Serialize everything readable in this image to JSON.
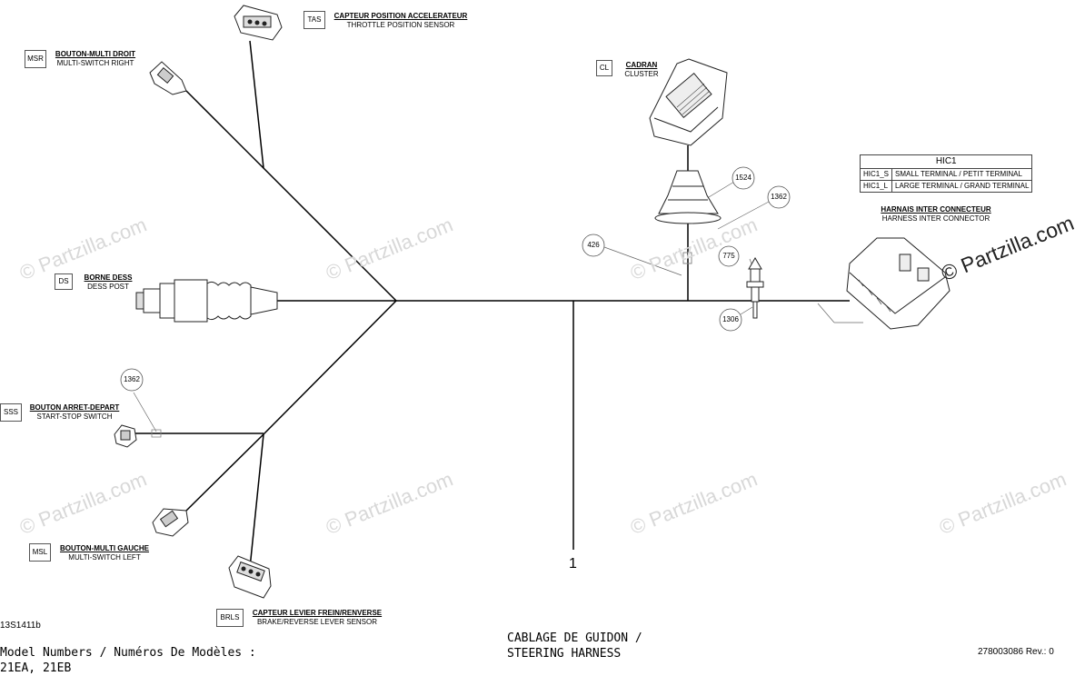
{
  "watermark": "© Partzilla.com",
  "connectors": {
    "tas": {
      "code": "TAS",
      "fr": "CAPTEUR POSITION ACCELERATEUR",
      "en": "THROTTLE POSITION SENSOR"
    },
    "msr": {
      "code": "MSR",
      "fr": "BOUTON-MULTI DROIT",
      "en": "MULTI-SWITCH RIGHT"
    },
    "cl": {
      "code": "CL",
      "fr": "CADRAN",
      "en": "CLUSTER"
    },
    "ds": {
      "code": "DS",
      "fr": "BORNE DESS",
      "en": "DESS POST"
    },
    "sss": {
      "code": "SSS",
      "fr": "BOUTON ARRET-DEPART",
      "en": "START-STOP SWITCH"
    },
    "msl": {
      "code": "MSL",
      "fr": "BOUTON-MULTI GAUCHE",
      "en": "MULTI-SWITCH LEFT"
    },
    "brls": {
      "code": "BRLS",
      "fr": "CAPTEUR LEVIER FREIN/RENVERSE",
      "en": "BRAKE/REVERSE LEVER SENSOR"
    }
  },
  "hic1": {
    "title": "HIC1",
    "rows": [
      {
        "code": "HIC1_S",
        "desc": "SMALL TERMINAL / PETIT TERMINAL"
      },
      {
        "code": "HIC1_L",
        "desc": "LARGE TERMINAL / GRAND TERMINAL"
      }
    ],
    "fr": "HARNAIS INTER CONNECTEUR",
    "en": "HARNESS INTER CONNECTOR"
  },
  "callouts": {
    "c1524": "1524",
    "c1362a": "1362",
    "c426": "426",
    "c775": "775",
    "c1306": "1306",
    "c1362b": "1362"
  },
  "part_number": "1",
  "figure_code": "13S1411b",
  "model_line1": "Model Numbers / Numéros De Modèles :",
  "model_line2": "21EA, 21EB",
  "title_line1": "CABLAGE DE GUIDON /",
  "title_line2": "STEERING HARNESS",
  "doc_ref": "278003086 Rev.: 0"
}
